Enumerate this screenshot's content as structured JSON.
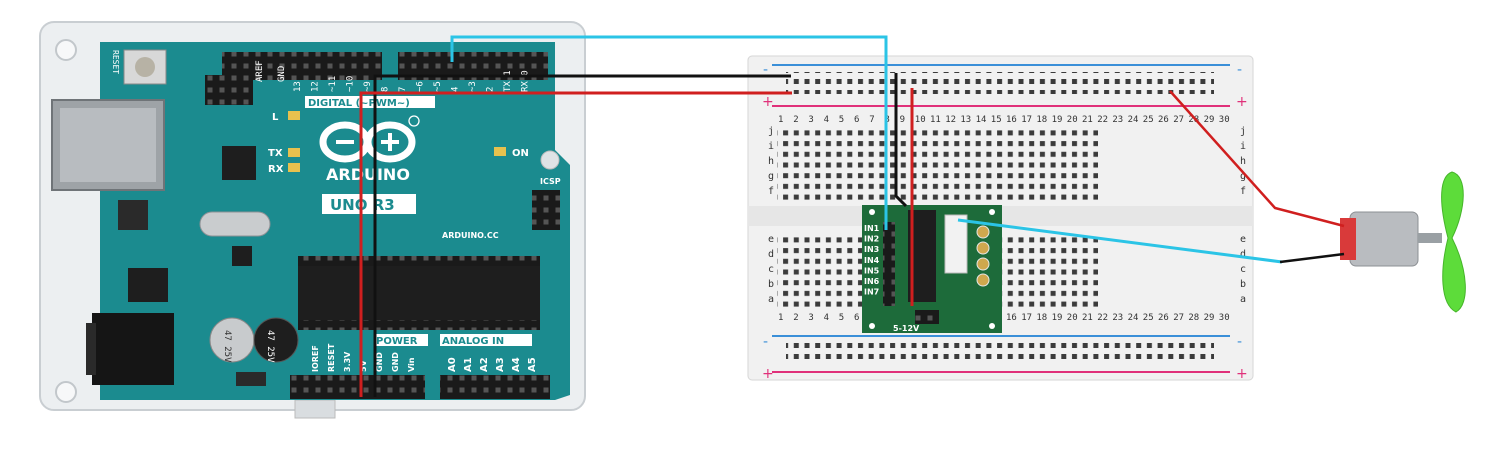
{
  "arduino": {
    "reset_label": "RESET",
    "aref_label": "AREF",
    "gnd_label": "GND",
    "digital_label": "DIGITAL (~PWM~)",
    "pin_numbers": [
      "13",
      "12",
      "~11",
      "~10",
      "~9",
      "8",
      "7",
      "~6",
      "~5",
      "4",
      "~3",
      "2",
      "TX 1",
      "RX 0"
    ],
    "tx_rx_labels": [
      "TX",
      "RX"
    ],
    "l_label": "L",
    "on_label": "ON",
    "logo_text": "ARDUINO",
    "model_text": "UNO R3",
    "website": "ARDUINO.CC",
    "icsp_label": "ICSP",
    "power_label": "POWER",
    "analog_label": "ANALOG IN",
    "power_pins": [
      "IOREF",
      "RESET",
      "3.3V",
      "5V",
      "GND",
      "GND",
      "Vin"
    ],
    "analog_pins": [
      "A0",
      "A1",
      "A2",
      "A3",
      "A4",
      "A5"
    ],
    "cap_labels": [
      "47 25V",
      "47 25V"
    ],
    "colors": {
      "board": "#1b8b8f",
      "header": "#1a1a1a",
      "case": "#e9ecee"
    }
  },
  "breadboard": {
    "minus": "-",
    "plus": "+",
    "row_labels_top": [
      "j",
      "i",
      "h",
      "g",
      "f"
    ],
    "row_labels_bottom": [
      "e",
      "d",
      "c",
      "b",
      "a"
    ],
    "column_numbers": [
      "1",
      "2",
      "3",
      "4",
      "5",
      "6",
      "7",
      "8",
      "9",
      "10",
      "11",
      "12",
      "13",
      "14",
      "15",
      "16",
      "17",
      "18",
      "19",
      "20",
      "21",
      "22",
      "23",
      "24",
      "25",
      "26",
      "27",
      "28",
      "29",
      "30"
    ],
    "colors": {
      "blue_rail": "#3a8fd8",
      "red_rail": "#e0317a",
      "body": "#f1f1f1"
    }
  },
  "driver": {
    "inputs": [
      "IN1",
      "IN2",
      "IN3",
      "IN4",
      "IN5",
      "IN6",
      "IN7"
    ],
    "voltage_label": "5-12V",
    "colors": {
      "board": "#1d6b3a"
    }
  },
  "wires": {
    "colors": {
      "cyan": "#2bc4e6",
      "black": "#111111",
      "red": "#d01f1f"
    }
  },
  "motor": {
    "colors": {
      "propeller": "#5ddc3a",
      "body": "#b9bcc0",
      "cap": "#d93a3a"
    }
  }
}
